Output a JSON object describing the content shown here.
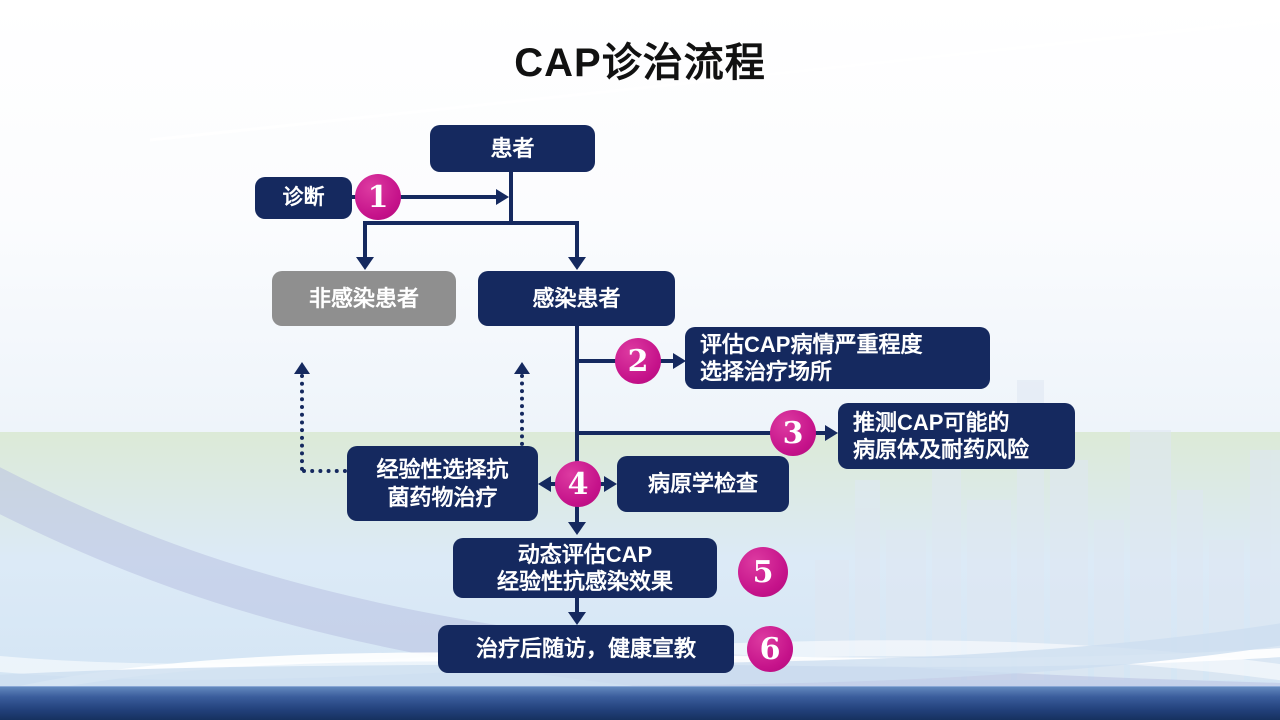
{
  "slide": {
    "title": "CAP诊治流程"
  },
  "colors": {
    "box_navy": "#15295f",
    "badge_magenta": "#c5128a",
    "box_gray": "#8f8f8f",
    "footer_blue": "#22407a"
  },
  "nodes": {
    "patient": "患者",
    "diagnosis": "诊断",
    "non_infected": "非感染患者",
    "infected": "感染患者",
    "assess": {
      "line1": "评估CAP病情严重程度",
      "line2": "选择治疗场所"
    },
    "presume": {
      "line1": "推测CAP可能的",
      "line2": "病原体及耐药风险"
    },
    "empiric": {
      "line1": "经验性选择抗",
      "line2": "菌药物治疗"
    },
    "pathogen_test": "病原学检查",
    "dynamic": {
      "line1": "动态评估CAP",
      "line2": "经验性抗感染效果"
    },
    "followup": "治疗后随访，健康宣教"
  },
  "steps": [
    "1",
    "2",
    "3",
    "4",
    "5",
    "6"
  ]
}
